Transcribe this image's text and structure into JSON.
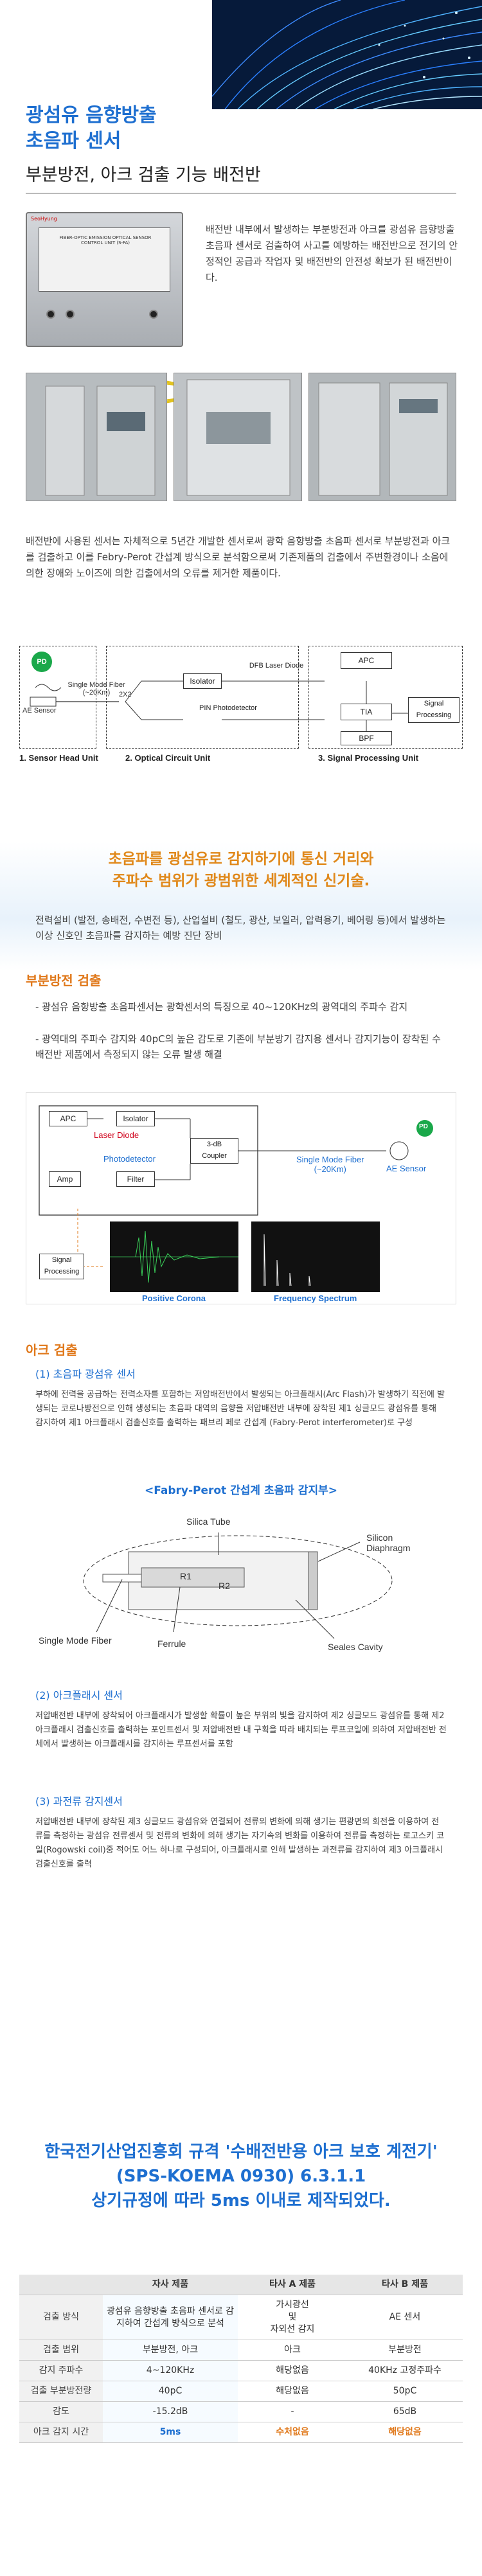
{
  "hero": {
    "title_line1": "광섬유 음향방출",
    "title_line2": "초음파 센서",
    "subtitle": "부분방전, 아크 검출 기능 배전반",
    "description": "배전반 내부에서 발생하는 부분방전과 아크를 광섬유 음향방출 초음파 센서로 검출하여 사고를 예방하는 배전반으로 전기의 안정적인 공급과 작업자 및 배전반의 안전성 확보가 된 배전반이다.",
    "device_brand": "SeoHyung",
    "device_label": "FIBER-OPTIC EMISSION OPTICAL SENSOR\nCONTROL UNIT (S-FA)"
  },
  "intro": {
    "paragraph": "배전반에 사용된 센서는 자체적으로 5년간 개발한 센서로써 광학 음향방출 초음파 센서로 부분방전과 아크를 검출하고 이를 Febry-Perot 간섭계 방식으로 분석함으로써 기존제품의 검출에서 주변환경이나 소음에 의한 장애와 노이즈에 의한 검출에서의 오류를 제거한 제품이다."
  },
  "schematic1": {
    "pd": "PD",
    "sensor": "AE Sensor",
    "fiber": "Single Mode Fiber\n(~20Km)",
    "coupler": "2X2",
    "isolator": "Isolator",
    "laser": "DFB Laser Diode",
    "pin": "PIN Photodetector",
    "apc": "APC",
    "tia": "TIA",
    "bpf": "BPF",
    "signal": "Signal\nProcessing",
    "unit1": "1. Sensor Head Unit",
    "unit2": "2. Optical Circuit Unit",
    "unit3": "3. Signal Processing Unit"
  },
  "feature": {
    "headline_line1": "초음파를 광섬유로 감지하기에 통신 거리와",
    "headline_line2": "주파수 범위가 광범위한 세계적인 신기술.",
    "body": "전력설비 (발전, 송배전, 수변전 등), 산업설비 (철도, 광산, 보일러, 압력용기, 베어링 등)에서 발생하는 이상 신호인 초음파를 감지하는 예방 진단 장비"
  },
  "pd_section": {
    "title": "부분방전 검출",
    "bullet1": "- 광섬유 음향방출 초음파센서는 광학센서의 특징으로 40~120KHz의 광역대의 주파수 감지",
    "bullet2": "- 광역대의 주파수 감지와 40pC의 높은 감도로 기존에 부분방기 감지용 센서나 감지기능이 장착된 수배전반 제품에서 측정되지 않는 오류 발생 해결"
  },
  "schematic2": {
    "apc": "APC",
    "isolator": "Isolator",
    "laser": "Laser Diode",
    "db": "3-dB\nCoupler",
    "photo": "Photodetector",
    "filter": "Filter",
    "amp": "Amp",
    "fiber": "Single Mode Fiber\n(~20Km)",
    "pd": "PD",
    "sensor": "AE Sensor",
    "signal": "Signal\nProcessing",
    "corona": "Positive Corona",
    "spectrum": "Frequency Spectrum"
  },
  "arc_section": {
    "title": "아크 검출",
    "sub1": "(1) 초음파 광섬유 센서",
    "body1": "부하에 전력을 공급하는 전력소자를 포함하는 저압배전반에서 발생되는 아크플래시(Arc Flash)가 발생하기 직전에 발생되는 코로나방전으로 인해 생성되는 초음파 대역의 음향을 저압배전반 내부에 장착된 제1 싱글모드 광섬유를 통해 감지하여 제1 아크플래시 검출신호를 출력하는 패브리 페로 간섭계 (Fabry-Perot interferometer)로 구성",
    "fp_title": "<Fabry-Perot 간섭계 초음파 감지부>",
    "fp_silica": "Silica Tube",
    "fp_diaphragm": "Silicon\nDiaphragm",
    "fp_r1": "R1",
    "fp_r2": "R2",
    "fp_fiber": "Single Mode Fiber",
    "fp_ferrule": "Ferrule",
    "fp_seales": "Seales Cavity",
    "sub2": "(2) 아크플래시 센서",
    "body2": "저압배전반 내부에 장착되어 아크플래시가 발생할 확률이 높은 부위의 빛을 감지하여 제2 싱글모드 광섬유를 통해 제2 아크플래시 검출신호를 출력하는 포인트센서 및 저압배전반 내 구획을 따라 배치되는 루프코일에 의하여 저압배전반 전체에서 발생하는 아크플래시를 감지하는 루프센서를 포함",
    "sub3": "(3) 과전류 감지센서",
    "body3": "저압배전반 내부에 장착된 제3 싱글모드 광섬유와 연결되어 전류의 변화에 의해 생기는 편광면의 회전을 이용하여 전류를 측정하는 광섬유 전류센서 및 전류의 변화에 의해 생기는 자기속의 변화를 이용하여 전류를 측정하는 로고스키 코일(Rogowski coil)중 적어도 어느 하나로 구성되어, 아크플래시로 인해 발생하는 과전류를 감지하여 제3 아크플래시 검출신호를 출력"
  },
  "regulation": {
    "line1": "한국전기산업진흥회 규격 '수배전반용 아크 보호 계전기'",
    "line2": "(SPS-KOEMA 0930)  6.3.1.1",
    "line3": "상기규정에 따라 5ms 이내로 제작되었다."
  },
  "spec_table": {
    "headers": [
      "",
      "자사 제품",
      "타사 A 제품",
      "타사 B 제품"
    ],
    "rows": [
      [
        "검출 방식",
        "광섬유 음향방출 초음파 센서로 감지하여 간섭계 방식으로 분석",
        "가시광선\n및\n자외선 감지",
        "AE 센서"
      ],
      [
        "검출 범위",
        "부분방전, 아크",
        "아크",
        "부분방전"
      ],
      [
        "감지 주파수",
        "4~120KHz",
        "해당없음",
        "40KHz 고정주파수"
      ],
      [
        "검출 부분방전량",
        "40pC",
        "해당없음",
        "50pC"
      ],
      [
        "감도",
        "-15.2dB",
        "-",
        "65dB"
      ],
      [
        "아크 감지 시간",
        "5ms",
        "수처없음",
        "해당없음"
      ]
    ]
  }
}
